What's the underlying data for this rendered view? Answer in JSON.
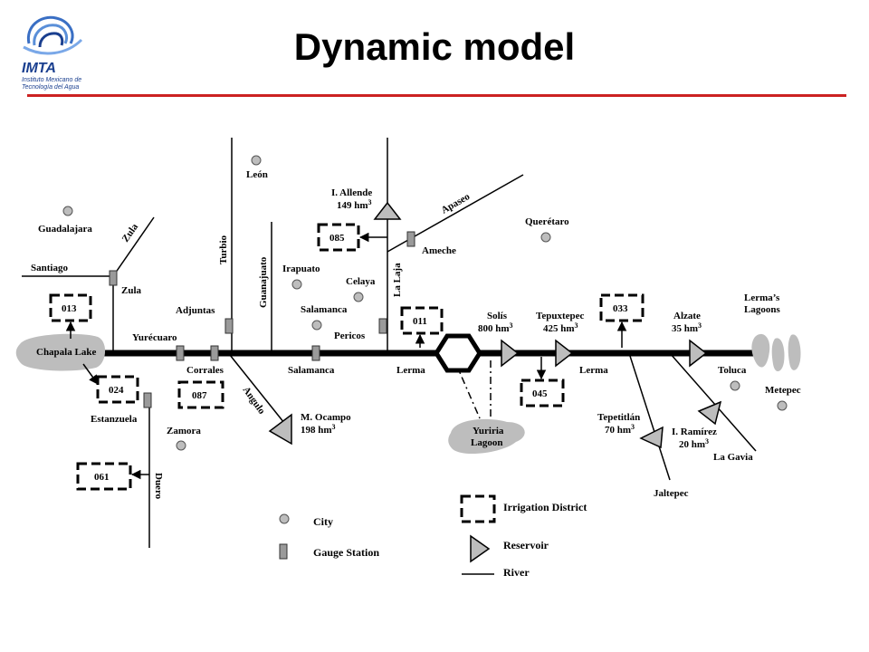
{
  "header": {
    "title": "Dynamic model",
    "logo": {
      "mark": "IMTA",
      "line1": "Instituto Mexicano de",
      "line2": "Tecnología del Agua"
    },
    "accent_color": "#cc2222"
  },
  "cities": {
    "leon": "León",
    "guadalajara": "Guadalajara",
    "queretaro": "Querétaro",
    "irapuato": "Irapuato",
    "celaya": "Celaya",
    "salamanca": "Salamanca",
    "zamora": "Zamora",
    "toluca": "Toluca",
    "metepec": "Metepec"
  },
  "gauges": {
    "santiago": "Santiago",
    "zula": "Zula",
    "adjuntas": "Adjuntas",
    "yurecuaro": "Yurécuaro",
    "pericos": "Pericos",
    "ameche": "Ameche",
    "corrales": "Corrales",
    "salamanca": "Salamanca",
    "lerma1": "Lerma",
    "lerma2": "Lerma",
    "estanzuela": "Estanzuela",
    "jaltepec": "Jaltepec",
    "la_gavia": "La Gavia"
  },
  "rivers": {
    "zula": "Zula",
    "turbio": "Turbio",
    "guanajuato": "Guanajuato",
    "la_laja": "La Laja",
    "apaseo": "Apaseo",
    "angulo": "Angulo",
    "duero": "Duero"
  },
  "reservoirs": {
    "allende_name": "I. Allende",
    "allende_cap": "149 hm",
    "solis_name": "Solís",
    "solis_cap": "800 hm",
    "tepux_name": "Tepuxtepec",
    "tepux_cap": "425 hm",
    "alzate_name": "Alzate",
    "alzate_cap": "35 hm",
    "ocampo_name": "M. Ocampo",
    "ocampo_cap": "198 hm",
    "tepetitlan_name": "Tepetitlán",
    "tepetitlan_cap": "70 hm",
    "ramirez_name": "I. Ramírez",
    "ramirez_cap": "20 hm",
    "exponent": "3"
  },
  "districts": {
    "d013": "013",
    "d024": "024",
    "d087": "087",
    "d085": "085",
    "d011": "011",
    "d033": "033",
    "d045": "045",
    "d061": "061"
  },
  "water_bodies": {
    "chapala": "Chapala Lake",
    "yuriria_1": "Yuriria",
    "yuriria_2": "Lagoon",
    "lerma_lagoons_1": "Lerma’s",
    "lerma_lagoons_2": "Lagoons"
  },
  "legend": {
    "city": "City",
    "gauge": "Gauge Station",
    "irrigation": "Irrigation District",
    "reservoir": "Reservoir",
    "river": "River"
  }
}
